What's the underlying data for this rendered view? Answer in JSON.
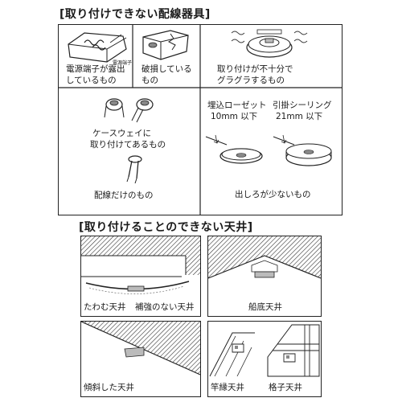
{
  "section1": {
    "title": "[取り付けできない配線器具]",
    "items": {
      "terminal_exposed": {
        "label_line1": "電源端子が露出",
        "label_line2": "しているもの",
        "callout": "電源端子"
      },
      "damaged": {
        "label_line1": "破損している",
        "label_line2": "もの"
      },
      "loose": {
        "label_line1": "取り付けが不十分で",
        "label_line2": "グラグラするもの"
      },
      "caseway": {
        "label_line1": "ケースウェイに",
        "label_line2": "取り付けてあるもの"
      },
      "wiring_only": {
        "label": "配線だけのもの"
      },
      "small_margin": {
        "rosette_line1": "埋込ローゼット",
        "rosette_line2": "10mm 以下",
        "ceiling_line1": "引掛シーリング",
        "ceiling_line2": "21mm 以下",
        "label": "出しろが少ないもの"
      }
    }
  },
  "section2": {
    "title": "[取り付けることのできない天井]",
    "items": {
      "sagging": "たわむ天井",
      "unreinforced": "補強のない天井",
      "boat_bottom": "船底天井",
      "sloped": "傾斜した天井",
      "pole_edge": "竿縁天井",
      "lattice": "格子天井"
    }
  }
}
